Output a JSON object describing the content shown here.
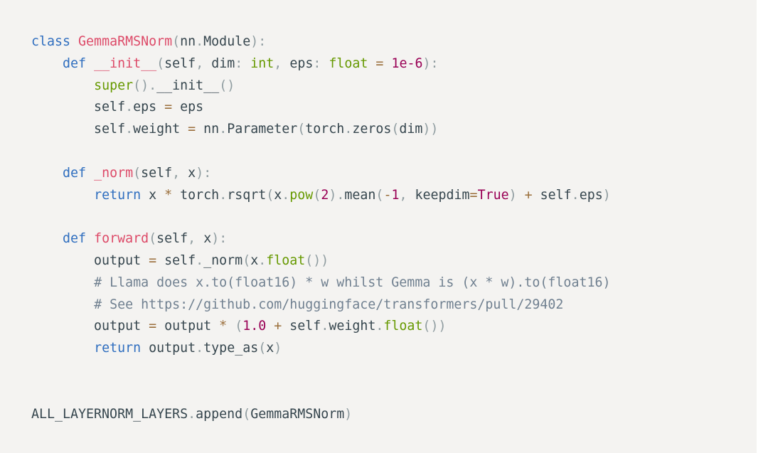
{
  "code": {
    "language": "python",
    "lines": [
      [
        [
          "kw",
          "class"
        ],
        [
          "tx",
          " "
        ],
        [
          "cls",
          "GemmaRMSNorm"
        ],
        [
          "pun",
          "("
        ],
        [
          "tx",
          "nn"
        ],
        [
          "pun",
          "."
        ],
        [
          "tx",
          "Module"
        ],
        [
          "pun",
          ")"
        ],
        [
          "pun",
          ":"
        ]
      ],
      [
        [
          "tx",
          "    "
        ],
        [
          "kw",
          "def"
        ],
        [
          "tx",
          " "
        ],
        [
          "fn",
          "__init__"
        ],
        [
          "pun",
          "("
        ],
        [
          "tx",
          "self"
        ],
        [
          "pun",
          ","
        ],
        [
          "tx",
          " dim"
        ],
        [
          "pun",
          ":"
        ],
        [
          "tx",
          " "
        ],
        [
          "bi",
          "int"
        ],
        [
          "pun",
          ","
        ],
        [
          "tx",
          " eps"
        ],
        [
          "pun",
          ":"
        ],
        [
          "tx",
          " "
        ],
        [
          "bi",
          "float"
        ],
        [
          "tx",
          " "
        ],
        [
          "op",
          "="
        ],
        [
          "tx",
          " "
        ],
        [
          "num",
          "1e-6"
        ],
        [
          "pun",
          ")"
        ],
        [
          "pun",
          ":"
        ]
      ],
      [
        [
          "tx",
          "        "
        ],
        [
          "bi",
          "super"
        ],
        [
          "pun",
          "("
        ],
        [
          "pun",
          ")"
        ],
        [
          "pun",
          "."
        ],
        [
          "tx",
          "__init__"
        ],
        [
          "pun",
          "("
        ],
        [
          "pun",
          ")"
        ]
      ],
      [
        [
          "tx",
          "        self"
        ],
        [
          "pun",
          "."
        ],
        [
          "tx",
          "eps "
        ],
        [
          "op",
          "="
        ],
        [
          "tx",
          " eps"
        ]
      ],
      [
        [
          "tx",
          "        self"
        ],
        [
          "pun",
          "."
        ],
        [
          "tx",
          "weight "
        ],
        [
          "op",
          "="
        ],
        [
          "tx",
          " nn"
        ],
        [
          "pun",
          "."
        ],
        [
          "tx",
          "Parameter"
        ],
        [
          "pun",
          "("
        ],
        [
          "tx",
          "torch"
        ],
        [
          "pun",
          "."
        ],
        [
          "tx",
          "zeros"
        ],
        [
          "pun",
          "("
        ],
        [
          "tx",
          "dim"
        ],
        [
          "pun",
          ")"
        ],
        [
          "pun",
          ")"
        ]
      ],
      [],
      [
        [
          "tx",
          "    "
        ],
        [
          "kw",
          "def"
        ],
        [
          "tx",
          " "
        ],
        [
          "fn",
          "_norm"
        ],
        [
          "pun",
          "("
        ],
        [
          "tx",
          "self"
        ],
        [
          "pun",
          ","
        ],
        [
          "tx",
          " x"
        ],
        [
          "pun",
          ")"
        ],
        [
          "pun",
          ":"
        ]
      ],
      [
        [
          "tx",
          "        "
        ],
        [
          "kw",
          "return"
        ],
        [
          "tx",
          " x "
        ],
        [
          "op",
          "*"
        ],
        [
          "tx",
          " torch"
        ],
        [
          "pun",
          "."
        ],
        [
          "tx",
          "rsqrt"
        ],
        [
          "pun",
          "("
        ],
        [
          "tx",
          "x"
        ],
        [
          "pun",
          "."
        ],
        [
          "bi",
          "pow"
        ],
        [
          "pun",
          "("
        ],
        [
          "num",
          "2"
        ],
        [
          "pun",
          ")"
        ],
        [
          "pun",
          "."
        ],
        [
          "tx",
          "mean"
        ],
        [
          "pun",
          "("
        ],
        [
          "op",
          "-"
        ],
        [
          "num",
          "1"
        ],
        [
          "pun",
          ","
        ],
        [
          "tx",
          " keepdim"
        ],
        [
          "op",
          "="
        ],
        [
          "bool",
          "True"
        ],
        [
          "pun",
          ")"
        ],
        [
          "tx",
          " "
        ],
        [
          "op",
          "+"
        ],
        [
          "tx",
          " self"
        ],
        [
          "pun",
          "."
        ],
        [
          "tx",
          "eps"
        ],
        [
          "pun",
          ")"
        ]
      ],
      [],
      [
        [
          "tx",
          "    "
        ],
        [
          "kw",
          "def"
        ],
        [
          "tx",
          " "
        ],
        [
          "fn",
          "forward"
        ],
        [
          "pun",
          "("
        ],
        [
          "tx",
          "self"
        ],
        [
          "pun",
          ","
        ],
        [
          "tx",
          " x"
        ],
        [
          "pun",
          ")"
        ],
        [
          "pun",
          ":"
        ]
      ],
      [
        [
          "tx",
          "        output "
        ],
        [
          "op",
          "="
        ],
        [
          "tx",
          " self"
        ],
        [
          "pun",
          "."
        ],
        [
          "tx",
          "_norm"
        ],
        [
          "pun",
          "("
        ],
        [
          "tx",
          "x"
        ],
        [
          "pun",
          "."
        ],
        [
          "bi",
          "float"
        ],
        [
          "pun",
          "("
        ],
        [
          "pun",
          ")"
        ],
        [
          "pun",
          ")"
        ]
      ],
      [
        [
          "tx",
          "        "
        ],
        [
          "cmt",
          "# Llama does x.to(float16) * w whilst Gemma is (x * w).to(float16)"
        ]
      ],
      [
        [
          "tx",
          "        "
        ],
        [
          "cmt",
          "# See https://github.com/huggingface/transformers/pull/29402"
        ]
      ],
      [
        [
          "tx",
          "        output "
        ],
        [
          "op",
          "="
        ],
        [
          "tx",
          " output "
        ],
        [
          "op",
          "*"
        ],
        [
          "tx",
          " "
        ],
        [
          "pun",
          "("
        ],
        [
          "num",
          "1.0"
        ],
        [
          "tx",
          " "
        ],
        [
          "op",
          "+"
        ],
        [
          "tx",
          " self"
        ],
        [
          "pun",
          "."
        ],
        [
          "tx",
          "weight"
        ],
        [
          "pun",
          "."
        ],
        [
          "bi",
          "float"
        ],
        [
          "pun",
          "("
        ],
        [
          "pun",
          ")"
        ],
        [
          "pun",
          ")"
        ]
      ],
      [
        [
          "tx",
          "        "
        ],
        [
          "kw",
          "return"
        ],
        [
          "tx",
          " output"
        ],
        [
          "pun",
          "."
        ],
        [
          "tx",
          "type_as"
        ],
        [
          "pun",
          "("
        ],
        [
          "tx",
          "x"
        ],
        [
          "pun",
          ")"
        ]
      ],
      [],
      [],
      [
        [
          "tx",
          "ALL_LAYERNORM_LAYERS"
        ],
        [
          "pun",
          "."
        ],
        [
          "tx",
          "append"
        ],
        [
          "pun",
          "("
        ],
        [
          "tx",
          "GemmaRMSNorm"
        ],
        [
          "pun",
          ")"
        ]
      ]
    ]
  }
}
